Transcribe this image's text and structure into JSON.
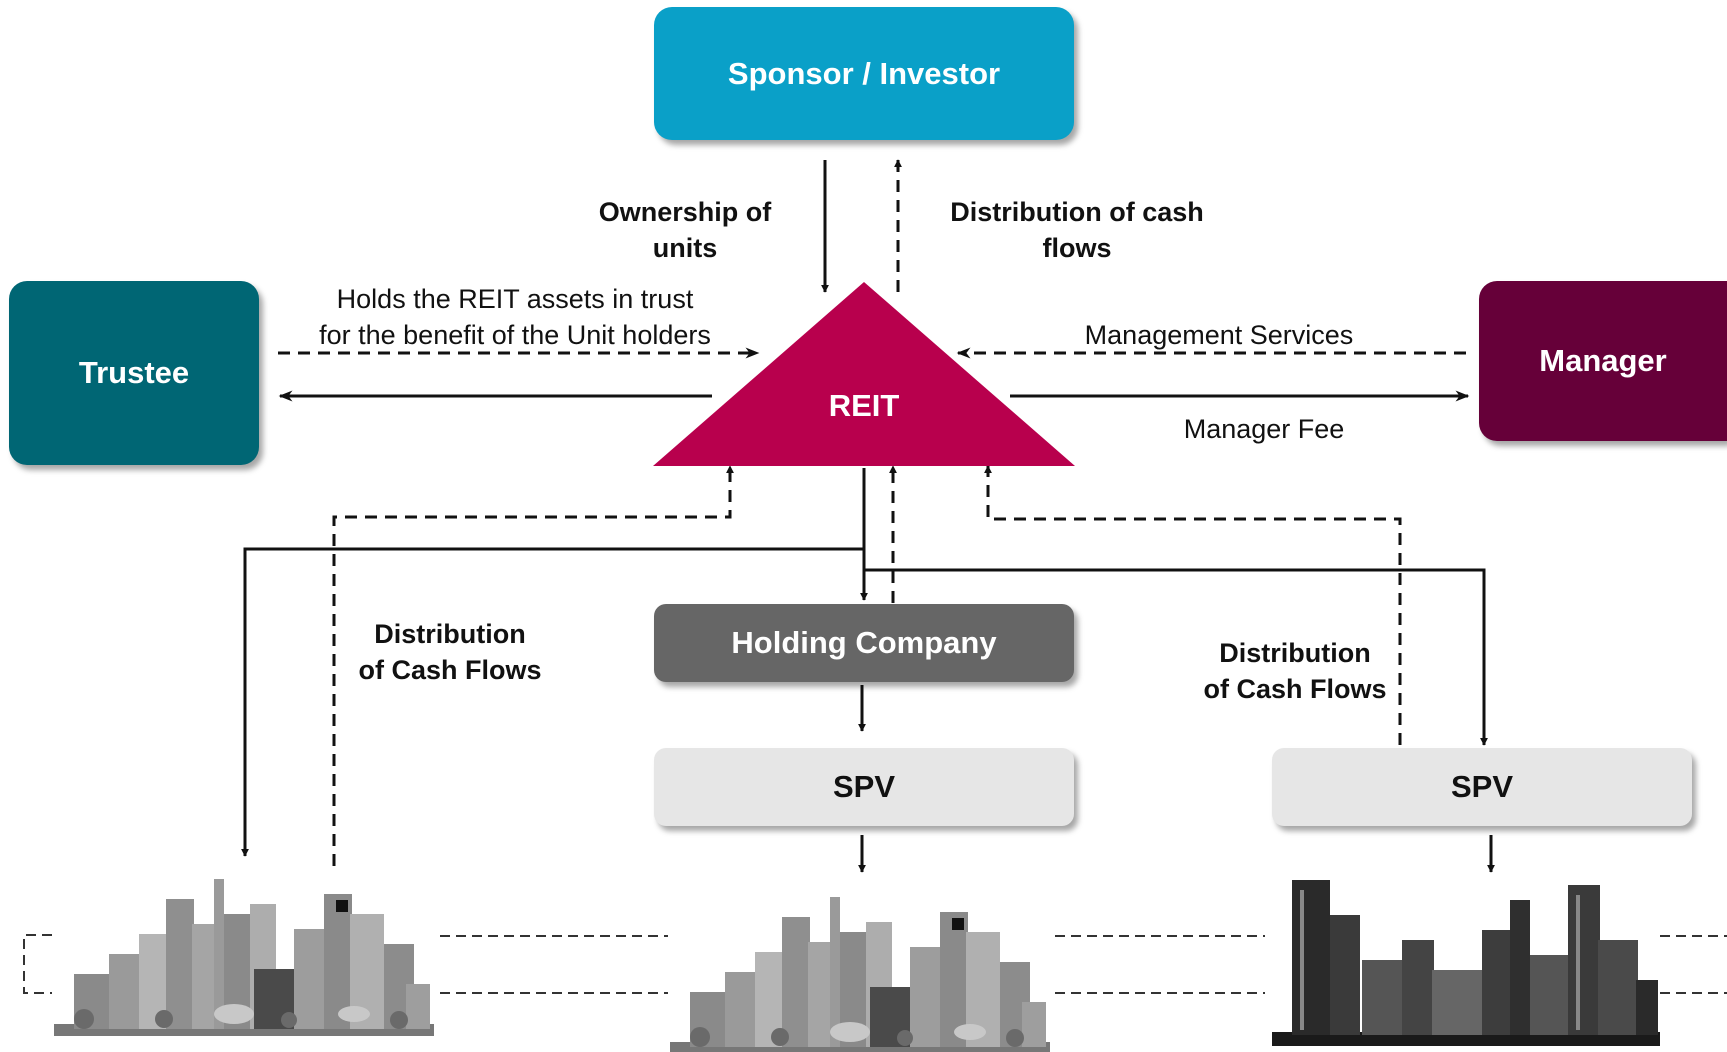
{
  "nodes": {
    "sponsor": {
      "label": "Sponsor / Investor",
      "color": "#0aa0c8"
    },
    "trustee": {
      "label": "Trustee",
      "color": "#006674"
    },
    "manager": {
      "label": "Manager",
      "color": "#660039"
    },
    "reit": {
      "label": "REIT",
      "color": "#b8004d"
    },
    "holding": {
      "label": "Holding Company",
      "color": "#666666"
    },
    "spv_center": {
      "label": "SPV",
      "color": "#e6e6e6"
    },
    "spv_right": {
      "label": "SPV",
      "color": "#e6e6e6"
    }
  },
  "edges": {
    "ownership": {
      "line1": "Ownership of",
      "line2": "units"
    },
    "distribution_top": {
      "line1": "Distribution of cash",
      "line2": "flows"
    },
    "holds_assets": {
      "line1": "Holds the REIT assets in trust",
      "line2": "for the benefit of the Unit holders"
    },
    "management_services": {
      "label": "Management Services"
    },
    "manager_fee": {
      "label": "Manager Fee"
    },
    "distribution_left": {
      "line1": "Distribution",
      "line2": "of Cash Flows"
    },
    "distribution_right": {
      "line1": "Distribution",
      "line2": "of Cash Flows"
    }
  },
  "images": {
    "left": "city-skyline-icon",
    "center": "city-skyline-icon",
    "right": "city-skyline-photo-icon"
  }
}
